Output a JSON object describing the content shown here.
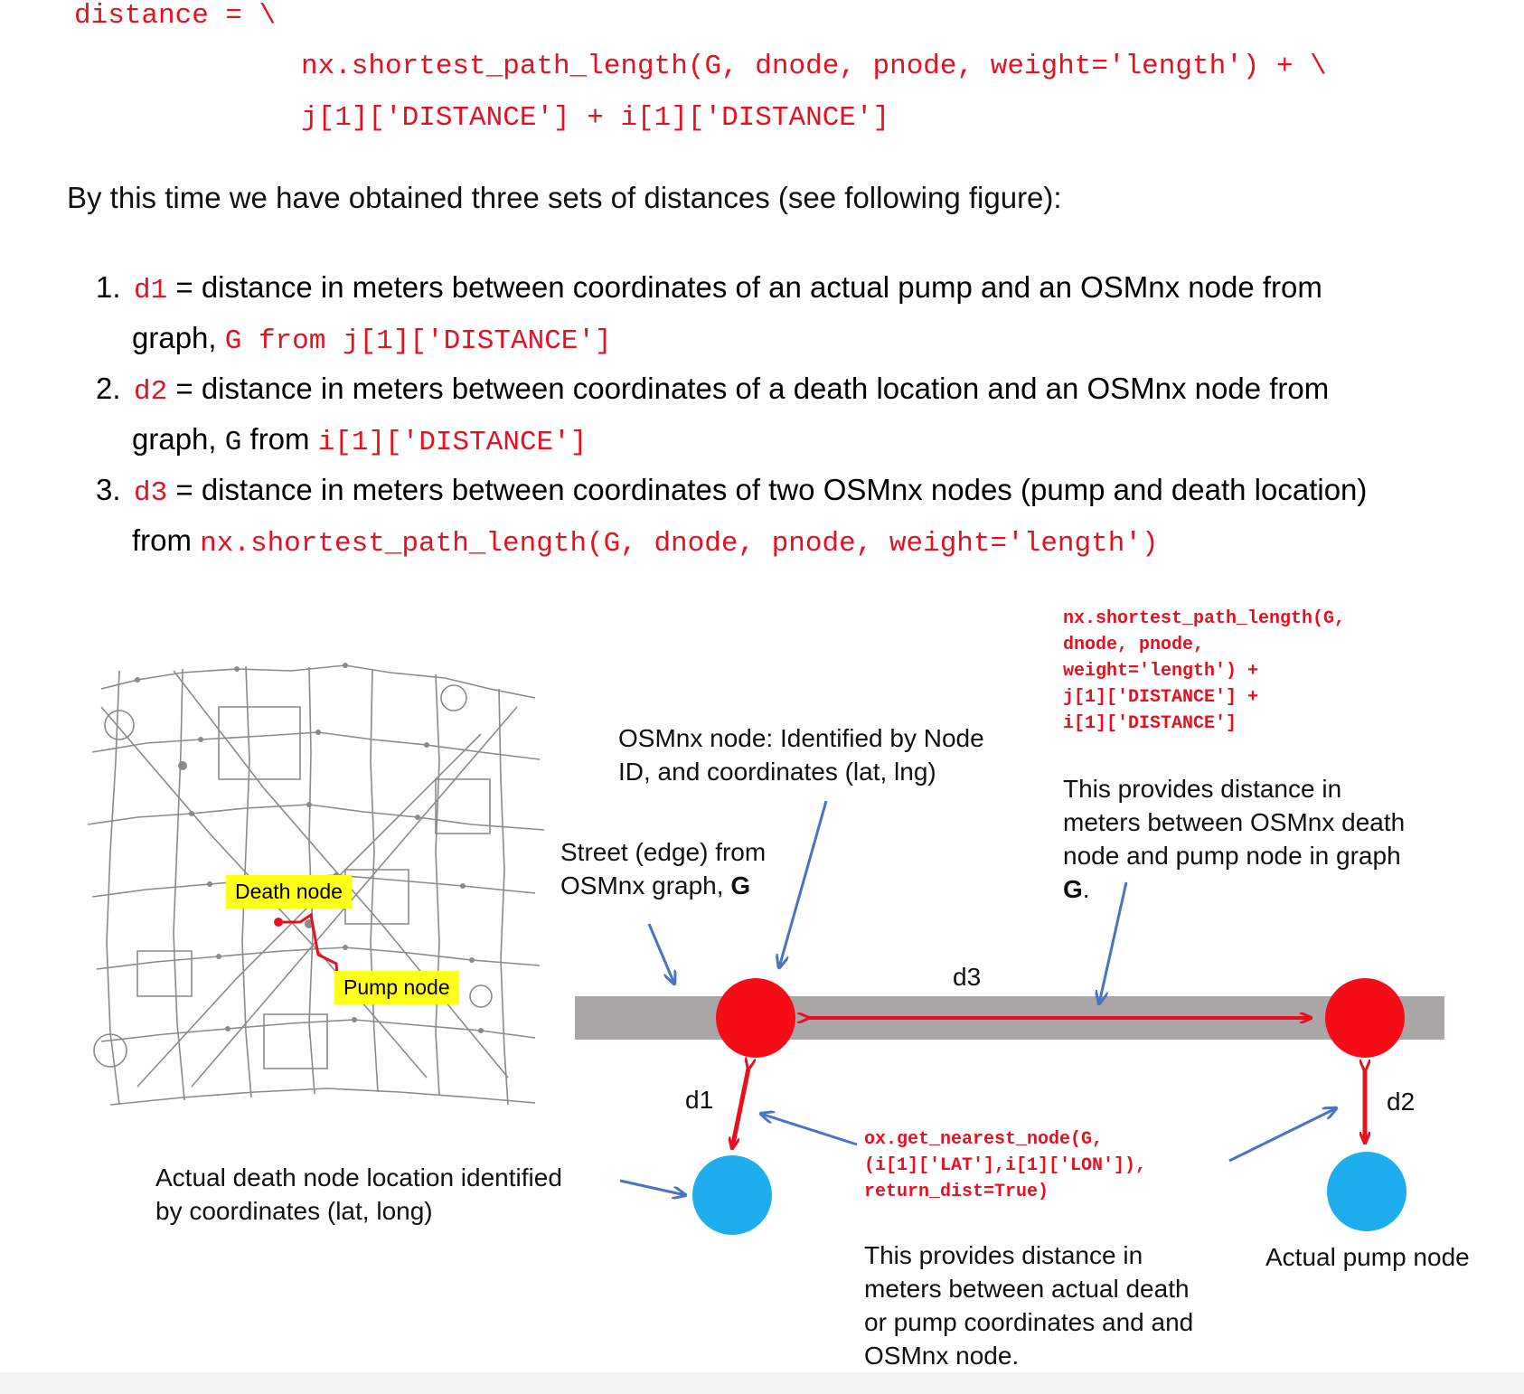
{
  "code_top": {
    "line1": "distance = \\",
    "line2": "nx.shortest_path_length(G, dnode, pnode, weight='length') + \\",
    "line3": "j[1]['DISTANCE'] + i[1]['DISTANCE']"
  },
  "intro": "By this time we have obtained three sets of distances (see following figure):",
  "list": [
    {
      "num": "1.",
      "code": "d1",
      "text_a": " = distance in meters between coordinates of an actual pump and an OSMnx node from",
      "text_b": "graph, ",
      "code_b": "G from j[1]['DISTANCE']"
    },
    {
      "num": "2.",
      "code": "d2",
      "text_a": " = distance in meters between coordinates of a death location and an OSMnx node from",
      "text_b": "graph, ",
      "code_b1": "G",
      "text_c": " from ",
      "code_b2": "i[1]['DISTANCE']"
    },
    {
      "num": "3.",
      "code": "d3",
      "text_a": " = distance in meters between coordinates of two OSMnx nodes (pump and death location)",
      "text_b": "from ",
      "code_b": "nx.shortest_path_length(G, dnode, pnode, weight='length')"
    }
  ],
  "figure": {
    "map_tags": {
      "death": "Death node",
      "pump": "Pump node"
    },
    "code_box_top": [
      "nx.shortest_path_length(G,",
      "dnode, pnode,",
      "weight='length') +",
      "j[1]['DISTANCE'] +",
      "i[1]['DISTANCE']"
    ],
    "osmnx_node_label": [
      "OSMnx node: Identified by Node",
      "ID, and coordinates (lat, lng)"
    ],
    "provides_graph": [
      "This provides distance in",
      "meters between OSMnx death",
      "node and pump node in graph",
      "G",
      "."
    ],
    "street_label": [
      "Street (edge) from",
      "OSMnx graph, ",
      "G"
    ],
    "d1": "d1",
    "d2": "d2",
    "d3": "d3",
    "actual_death": [
      "Actual death node location identified",
      "by coordinates (lat, long)"
    ],
    "code_box_bottom": [
      "ox.get_nearest_node(G,",
      "(i[1]['LAT'],i[1]['LON']),",
      "return_dist=True)"
    ],
    "provides_actual": [
      "This provides distance in",
      "meters between actual death",
      "or pump coordinates and and",
      "OSMnx node."
    ],
    "actual_pump": "Actual pump node",
    "colors": {
      "red": "#e8101e",
      "node_red": "#f40d16",
      "node_blue": "#1eaeef",
      "street": "#a9a6a5",
      "arrow_blue": "#4a74c3",
      "tag_yellow": "#ffff1a"
    }
  }
}
